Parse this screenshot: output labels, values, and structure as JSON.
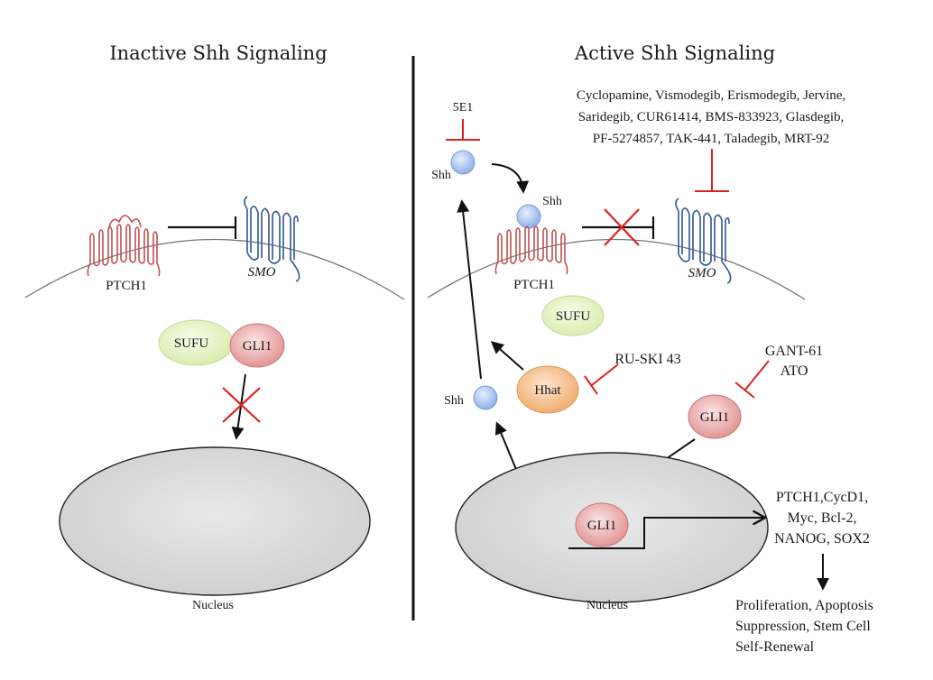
{
  "titles": {
    "left": "Inactive Shh Signaling",
    "right": "Active Shh Signaling"
  },
  "left_panel": {
    "ptch1": "PTCH1",
    "smo": "SMO",
    "sufu": "SUFU",
    "gli1": "GLI1",
    "nucleus": "Nucleus"
  },
  "right_panel": {
    "inhibitor_5e1": "5E1",
    "shh_top": "Shh",
    "shh_bound": "Shh",
    "ptch1": "PTCH1",
    "smo": "SMO",
    "sufu": "SUFU",
    "hhat": "Hhat",
    "shh_lower": "Shh",
    "gli1_cyto": "GLI1",
    "gli1_nuc": "GLI1",
    "nucleus": "Nucleus",
    "smo_inhibitors": [
      "Cyclopamine, Vismodegib, Erismodegib, Jervine,",
      "Saridegib, CUR61414, BMS-833923, Glasdegib,",
      "PF-5274857, TAK-441, Taladegib, MRT-92"
    ],
    "hhat_inhibitor": "RU-SKI 43",
    "gli_inhibitors": [
      "GANT-61",
      "ATO"
    ],
    "target_genes": [
      "PTCH1,CycD1,",
      "Myc, Bcl-2,",
      "NANOG, SOX2"
    ],
    "outcomes": [
      "Proliferation, Apoptosis",
      "Suppression, Stem Cell",
      "Self-Renewal"
    ]
  },
  "colors": {
    "ptch1": "#c0504d",
    "smo": "#3a5f9a",
    "inhibitor": "#e02020",
    "nucleus_fill": "#dcdcdc",
    "sufu_fill": "#e4f2c4",
    "gli1_fill": "#e9a5a5",
    "shh_fill": "#a9c4ee",
    "hhat_fill": "#f5bf90"
  }
}
